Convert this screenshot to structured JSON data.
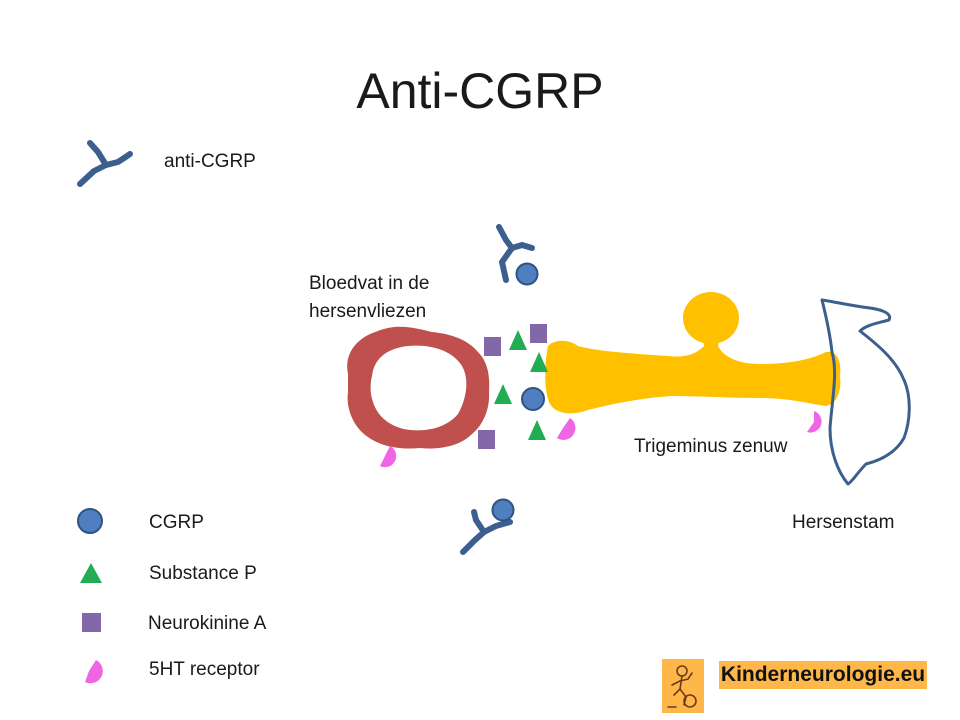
{
  "slide": {
    "title": "Anti-CGRP",
    "legend": {
      "anti_cgrp": "anti-CGRP",
      "cgrp": "CGRP",
      "substance_p": "Substance P",
      "neurokinine_a": "Neurokinine A",
      "receptor_5ht": "5HT receptor"
    },
    "labels": {
      "bloodvessel_line1": "Bloedvat in de",
      "bloodvessel_line2": "hersenvliezen",
      "trigeminus": "Trigeminus zenuw",
      "brainstem": "Hersenstam"
    },
    "brand": {
      "text": "Kinderneurologie.eu"
    }
  },
  "colors": {
    "antibody": "#3c5f8e",
    "cgrp_fill": "#4f7fc0",
    "cgrp_stroke": "#2f5381",
    "substance_p": "#22ad55",
    "neurokinine_a": "#8268a8",
    "receptor_5ht": "#ee66e4",
    "blood_vessel": "#c0504d",
    "trigeminal_nerve": "#ffc000",
    "brainstem_outline": "#3c5f8e",
    "brand_bg": "#ffb74a"
  }
}
